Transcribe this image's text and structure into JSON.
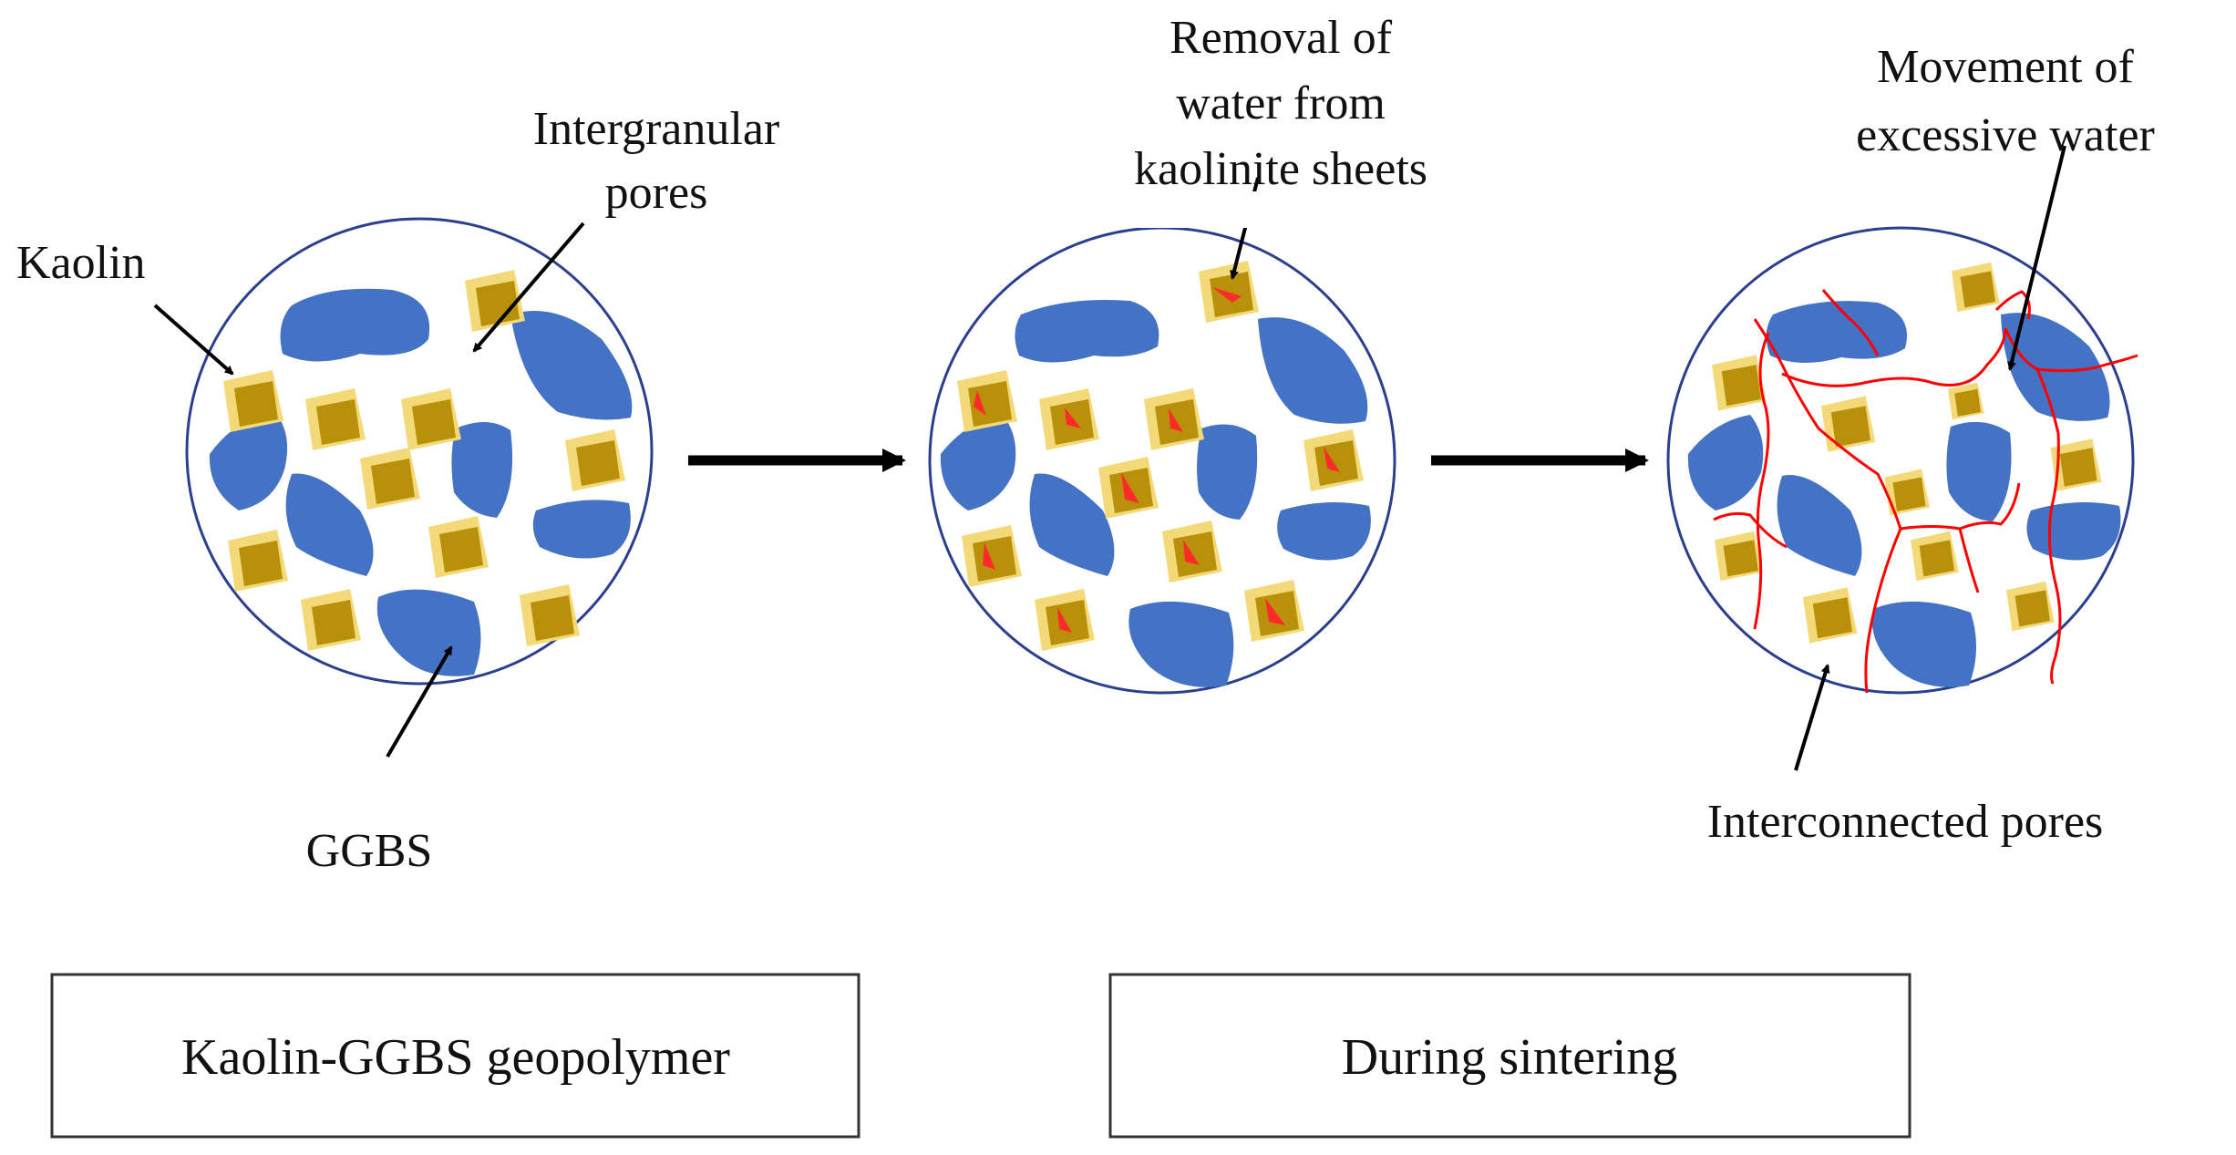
{
  "labels": {
    "kaolin": "Kaolin",
    "intergranular_1": "Intergranular",
    "intergranular_2": "pores",
    "ggbs": "GGBS",
    "removal_1": "Removal of",
    "removal_2": "water from",
    "removal_3": "kaolinite sheets",
    "movement_1": "Movement of",
    "movement_2": "excessive water",
    "interconnected": "Interconnected pores"
  },
  "boxes": {
    "left": "Kaolin-GGBS geopolymer",
    "right": "During sintering"
  },
  "colors": {
    "ggbs": "#4472c4",
    "kaolin_face": "#b8900a",
    "kaolin_edge": "#f3d977",
    "water": "#ff2a2a",
    "pore_line": "#ff0000",
    "circle_outline": "#2b3f8f",
    "arrow": "#000000"
  }
}
